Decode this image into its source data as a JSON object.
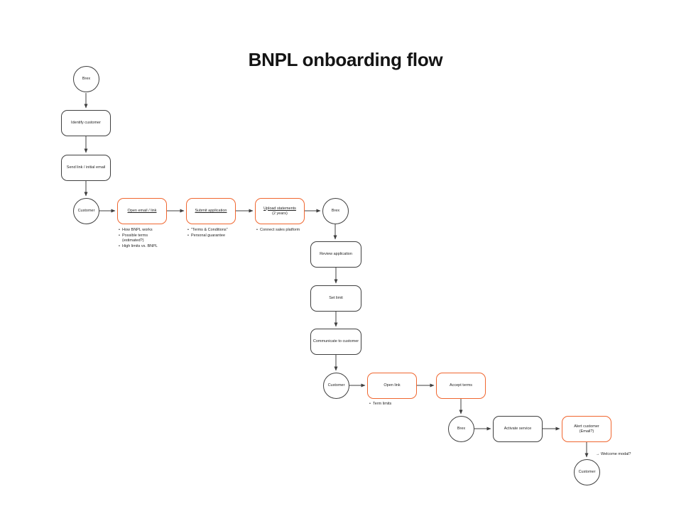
{
  "title": "BNPL onboarding flow",
  "colors": {
    "accent": "#f0662f",
    "line": "#3f3f3f"
  },
  "nodes": {
    "brex_start": "Brex",
    "identify_customer": "Identify customer",
    "send_link": "Send link / initial email",
    "customer_1": "Customer",
    "open_email": "Open email / link",
    "submit_application": "Submit application",
    "upload_statements_line1": "Upload statements",
    "upload_statements_line2": "(2 years)",
    "brex_2": "Brex",
    "review_application": "Review application",
    "set_limit": "Set limit",
    "communicate": "Communicate to customer",
    "customer_2": "Customer",
    "open_link": "Open link",
    "accept_terms": "Accept terms",
    "brex_3": "Brex",
    "activate_service": "Activate service",
    "alert_customer_line1": "Alert customer",
    "alert_customer_line2": "(Email?)",
    "customer_3": "Customer"
  },
  "notes": {
    "open_email": [
      "How BNPL works",
      "Possible terms (estimated?)",
      "High limits vs. BNPL"
    ],
    "submit_application": [
      "\"Terms & Conditions\"",
      "Personal guarantee"
    ],
    "upload_statements": [
      "Connect sales platform"
    ],
    "open_link": [
      "Term limits"
    ]
  },
  "annotations": {
    "welcome_modal": "→ Welcome modal?"
  }
}
